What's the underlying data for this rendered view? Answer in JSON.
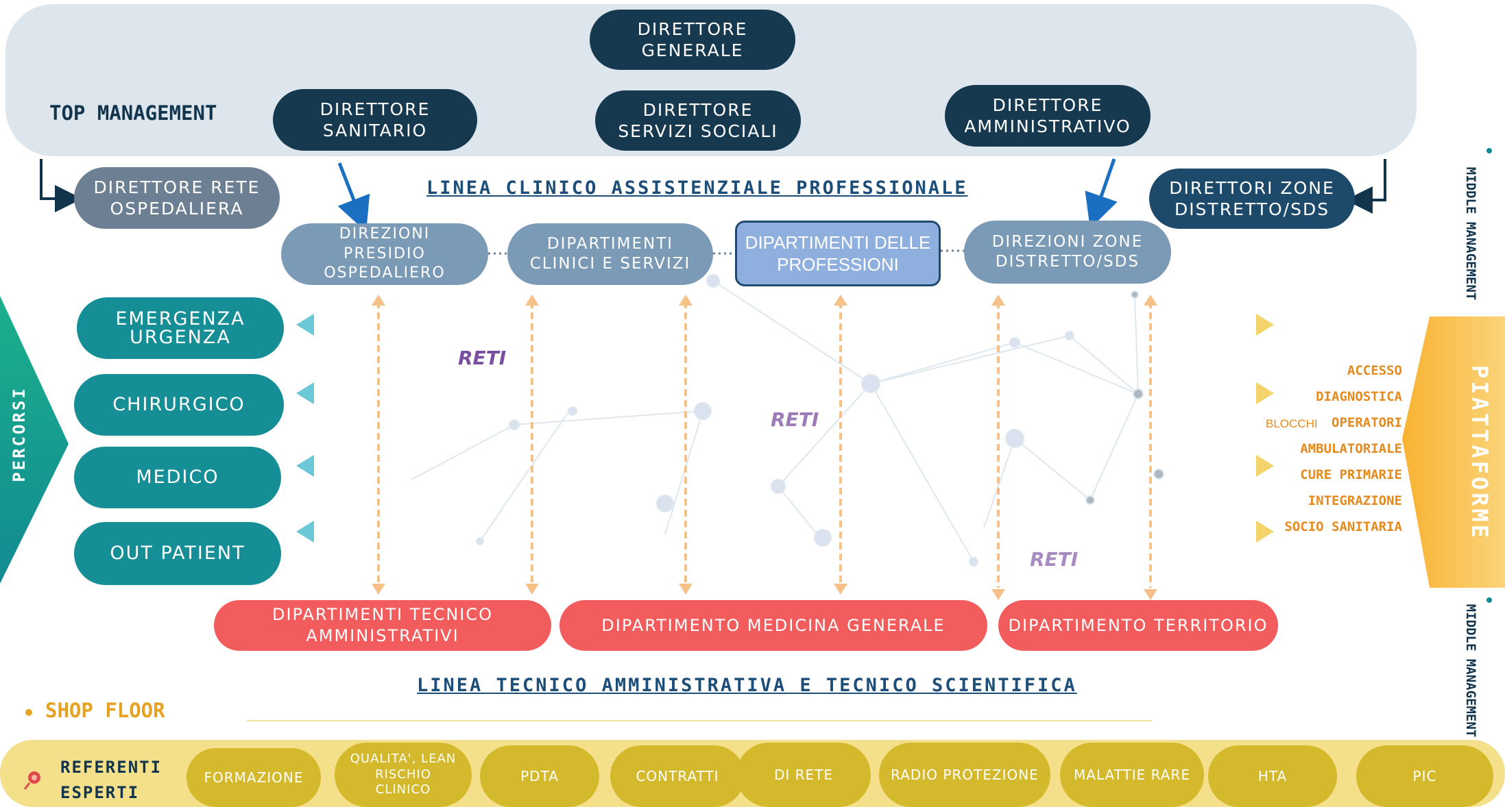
{
  "top_management": {
    "label": "TOP MANAGEMENT",
    "direttore_generale": "DIRETTORE\nGENERALE",
    "direttore_sanitario": "DIRETTORE\nSANITARIO",
    "direttore_servizi_sociali": "DIRETTORE\nSERVIZI SOCIALI",
    "direttore_amministrativo": "DIRETTORE\nAMMINISTRATIVO"
  },
  "direttore_rete_ospedaliera": "DIRETTORE RETE\nOSPEDALIERA",
  "direttori_zone_distretto": "DIRETTORI ZONE\nDISTRETTO/SDS",
  "linea_clinico": "LINEA CLINICO ASSISTENZIALE PROFESSIONALE",
  "middle": {
    "direzioni_presidio": "DIREZIONI\nPRESIDIO\nOSPEDALIERO",
    "dipartimenti_clinici": "DIPARTIMENTI\nCLINICI E SERVIZI",
    "dipartimenti_professioni": "DIPARTIMENTI DELLE\nPROFESSIONI",
    "direzioni_zone": "DIREZIONI ZONE\nDISTRETTO/SDS"
  },
  "percorsi": {
    "label": "PERCORSI",
    "items": [
      "EMERGENZA\nURGENZA",
      "CHIRURGICO",
      "MEDICO",
      "OUT PATIENT"
    ]
  },
  "reti_labels": [
    "RETI",
    "RETI",
    "RETI"
  ],
  "piattaforme": {
    "label": "PIATTAFORME",
    "blocchi_label": "BLOCCHI",
    "items": [
      "ACCESSO",
      "DIAGNOSTICA",
      "OPERATORI",
      "AMBULATORIALE",
      "CURE PRIMARIE",
      "INTEGRAZIONE",
      "SOCIO SANITARIA"
    ]
  },
  "middle_management_label": "MIDDLE MANAGEMENT",
  "dipartimenti_bottom": [
    "DIPARTIMENTI TECNICO\nAMMINISTRATIVI",
    "DIPARTIMENTO MEDICINA GENERALE",
    "DIPARTIMENTO TERRITORIO"
  ],
  "linea_tecnico": "LINEA TECNICO AMMINISTRATIVA E TECNICO SCIENTIFICA",
  "shop_floor": {
    "label": "SHOP FLOOR",
    "referenti": "REFERENTI\nESPERTI",
    "items": [
      "FORMAZIONE",
      "QUALITA', LEAN\nRISCHIO\nCLINICO",
      "PDTA",
      "CONTRATTI",
      "DI RETE",
      "RADIO PROTEZIONE",
      "MALATTIE RARE",
      "HTA",
      "PIC"
    ]
  },
  "colors": {
    "dark_navy": "#16394f",
    "teal": "#168e96",
    "red": "#f25c5c",
    "gold": "#d5b92c",
    "orange": "#f6a623",
    "blue_arrow": "#1a6fc0"
  }
}
